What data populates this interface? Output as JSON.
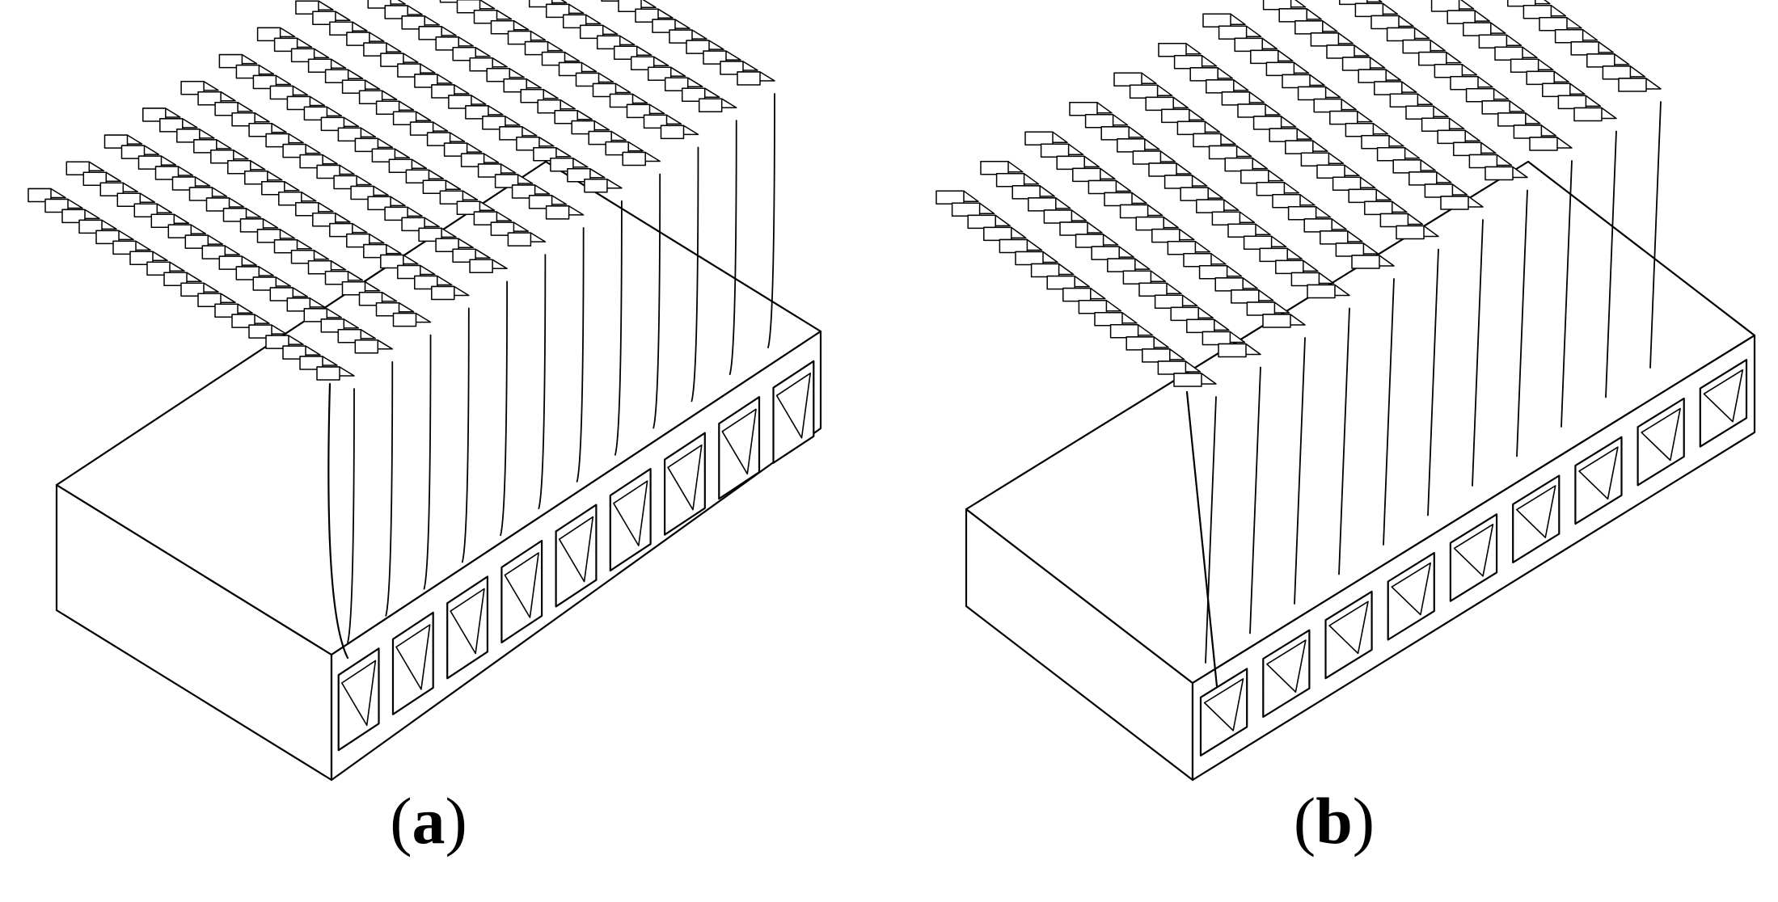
{
  "figure": {
    "panels": [
      {
        "id": "a",
        "caption_open": "(",
        "caption_letter": "a",
        "caption_close": ")",
        "fin_shape": "curved"
      },
      {
        "id": "b",
        "caption_open": "(",
        "caption_letter": "b",
        "caption_close": ")",
        "fin_shape": "straight"
      }
    ],
    "colors": {
      "line": "#000000",
      "fill": "#ffffff",
      "background": "#ffffff"
    }
  }
}
